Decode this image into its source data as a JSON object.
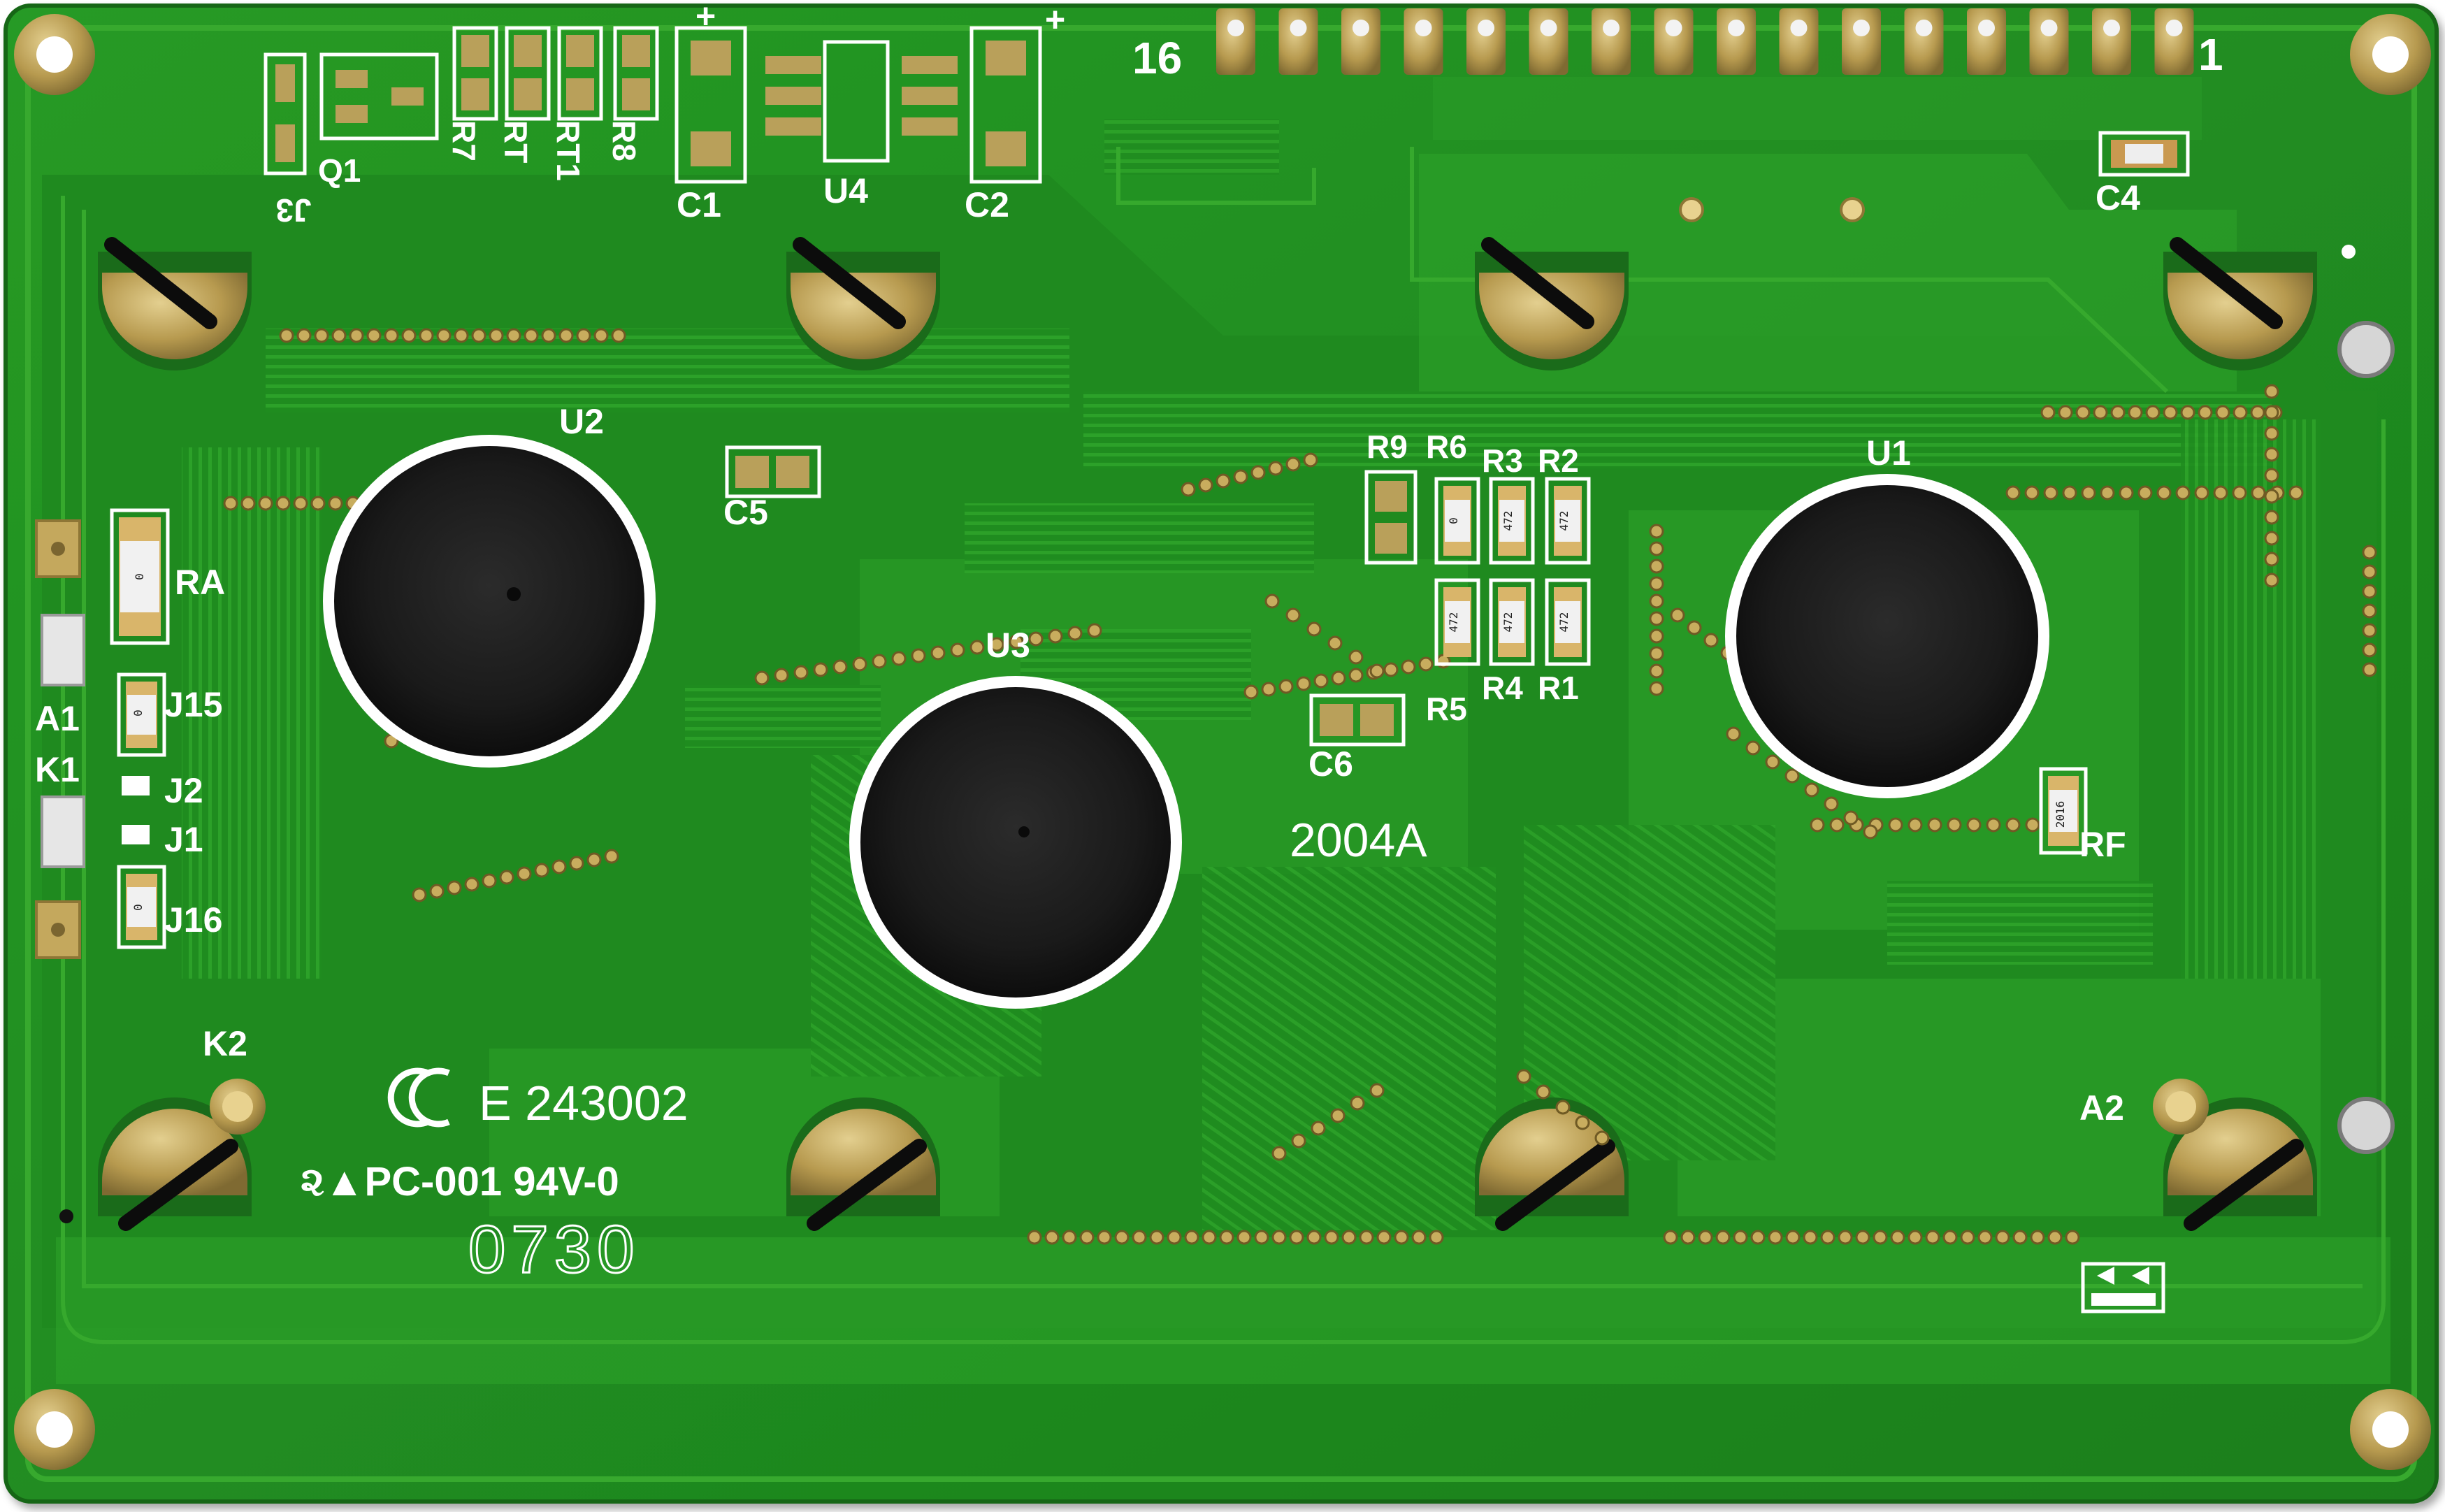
{
  "board": {
    "model_marking": "2004A",
    "ul_file": "E 243002",
    "ul_line": "૨▲PC-001 94V-0",
    "date_code": "0730",
    "pin_end_left": "16",
    "pin_end_right": "1"
  },
  "chips": {
    "u1": "U1",
    "u2": "U2",
    "u3": "U3"
  },
  "labels": {
    "j3": "J3",
    "q1": "Q1",
    "r7": "R7",
    "rt": "RT",
    "rt1": "RT1",
    "r8": "R8",
    "c1": "C1",
    "u4": "U4",
    "c2": "C2",
    "c2_plus": "+",
    "c1_plus": "+",
    "c4": "C4",
    "c5": "C5",
    "c6": "C6",
    "r9": "R9",
    "r6": "R6",
    "r3": "R3",
    "r2": "R2",
    "r5": "R5",
    "r4": "R4",
    "r1": "R1",
    "ra": "RA",
    "rf": "RF",
    "a1": "A1",
    "k1": "K1",
    "j15": "J15",
    "j2": "J2",
    "j1": "J1",
    "j16": "J16",
    "k2": "K2",
    "a2": "A2"
  },
  "resistor_codes": {
    "r6": "0",
    "r3": "472",
    "r2": "472",
    "r5": "472",
    "r4": "472",
    "r1": "472",
    "ra": "0",
    "j15": "0",
    "j16": "0",
    "rf": "2016"
  },
  "colors": {
    "pcb_green": "#1f8a1f",
    "copper_plane": "#2a9a24",
    "trace": "#3fae2c",
    "silkscreen": "#ffffff",
    "gold_pad": "#b9a05a",
    "blob": "#1c1c1c"
  }
}
